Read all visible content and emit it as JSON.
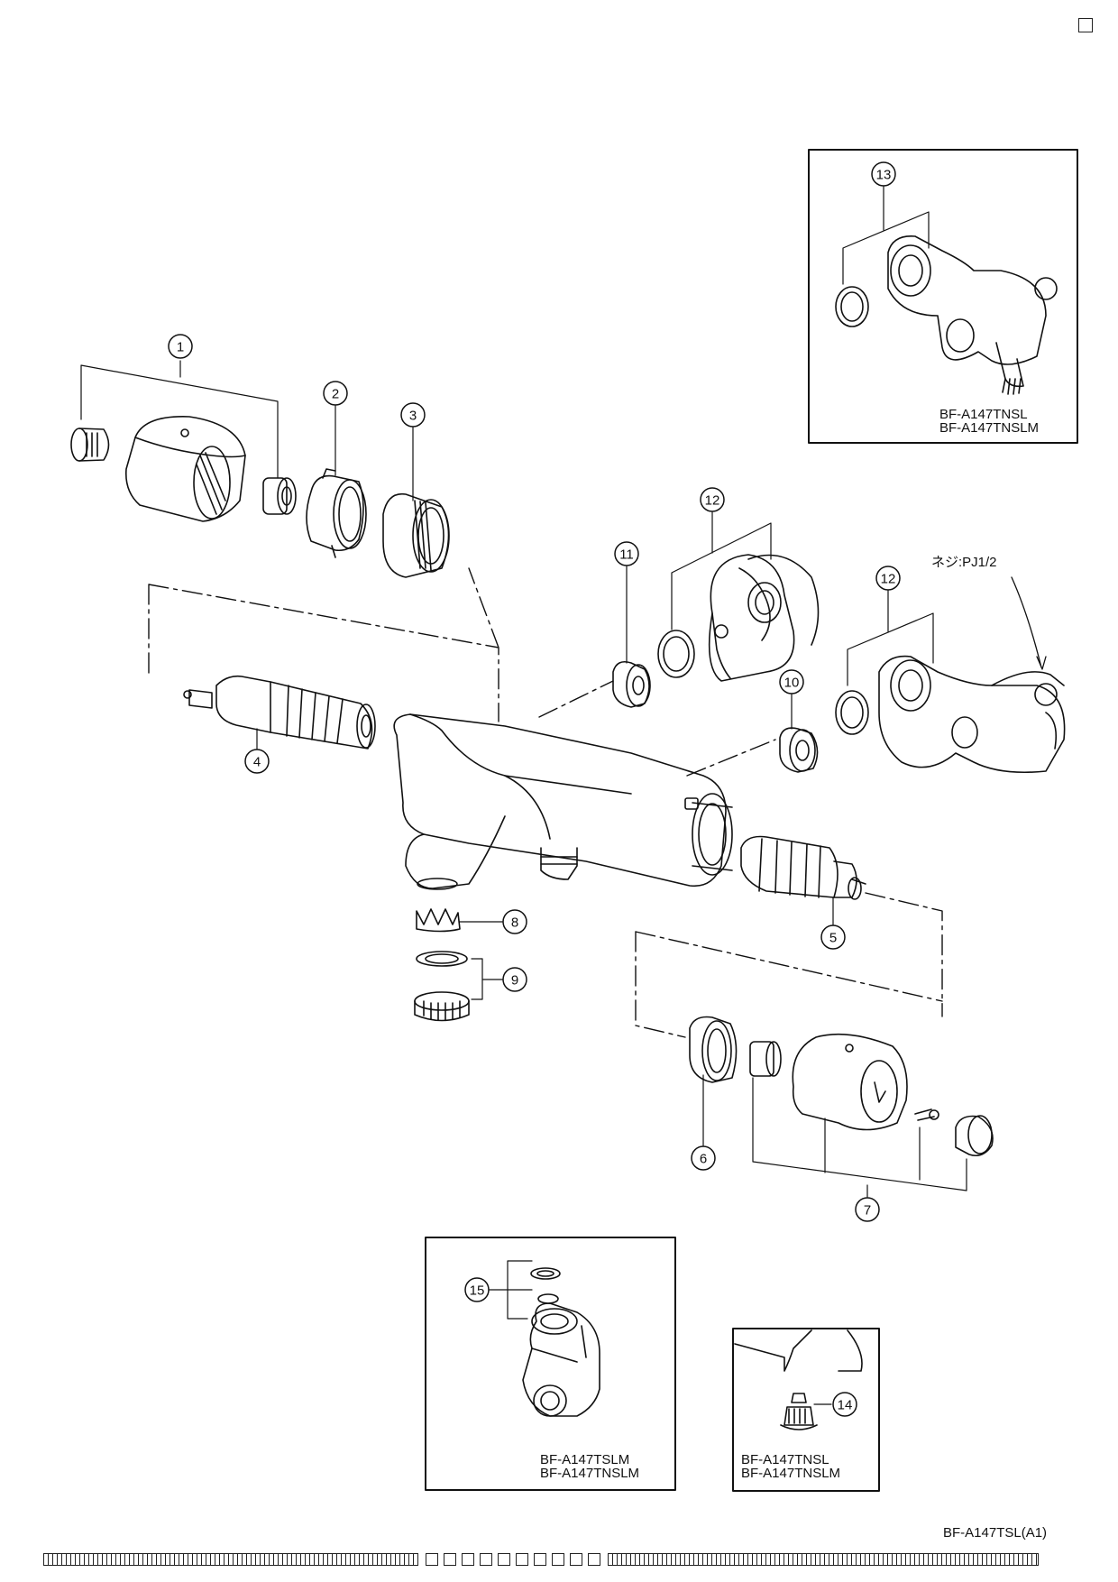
{
  "doc_code": "BF-A147TSL(A1)",
  "thread_note": "ネジ:PJ1/2",
  "callouts": [
    "1",
    "2",
    "3",
    "4",
    "5",
    "6",
    "7",
    "8",
    "9",
    "10",
    "11",
    "12",
    "12",
    "13",
    "14",
    "15"
  ],
  "inset_13": {
    "models": [
      "BF-A147TNSL",
      "BF-A147TNSLM"
    ]
  },
  "inset_15": {
    "models": [
      "BF-A147TSLM",
      "BF-A147TNSLM"
    ]
  },
  "inset_14": {
    "models": [
      "BF-A147TNSL",
      "BF-A147TNSLM"
    ]
  }
}
